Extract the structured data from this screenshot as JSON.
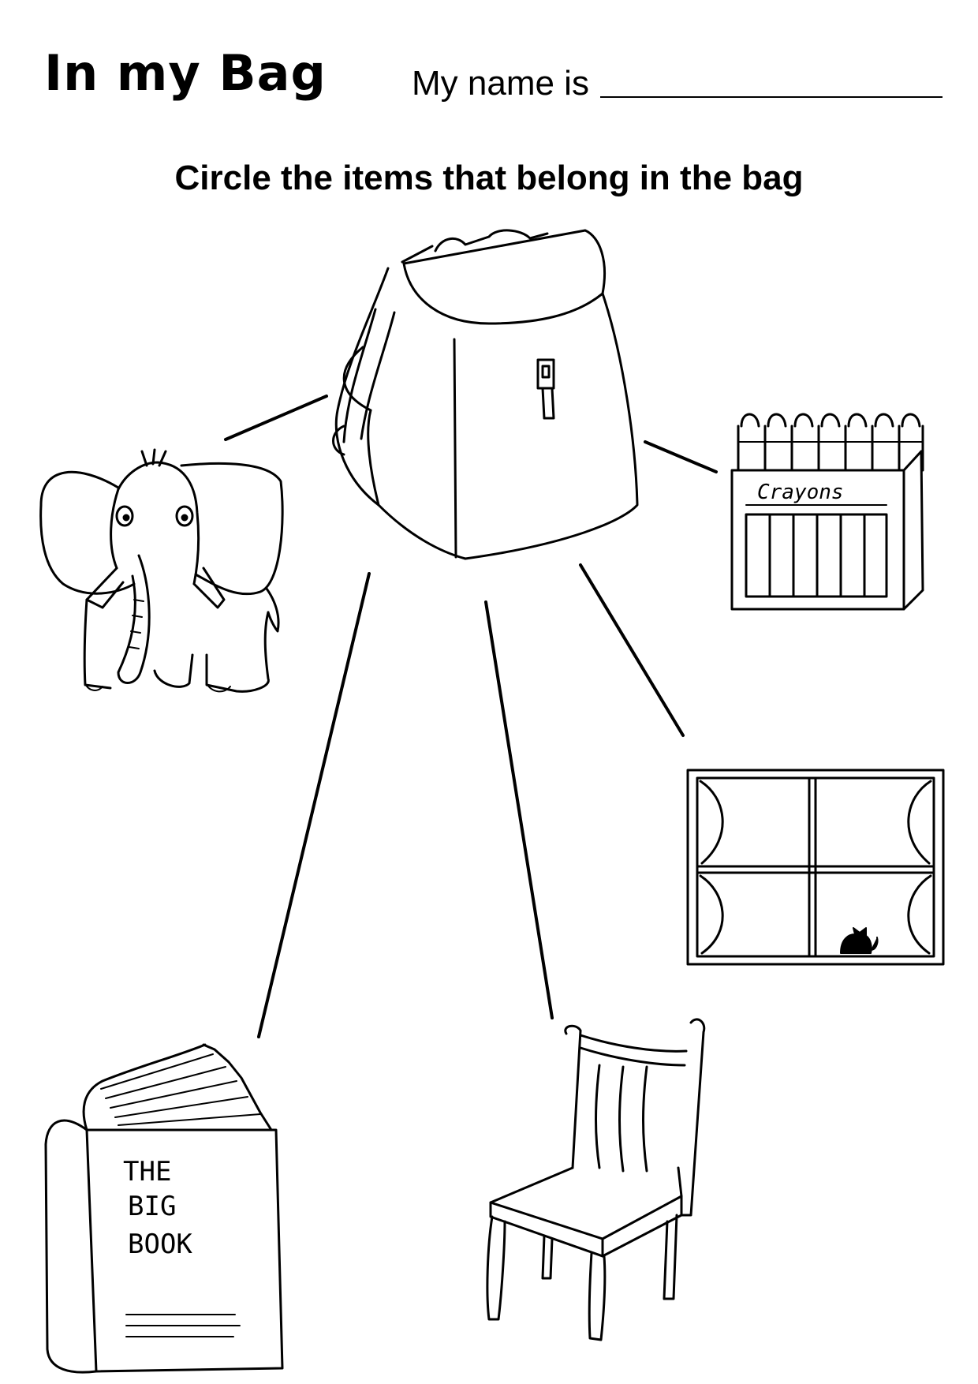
{
  "worksheet": {
    "title": "In my Bag",
    "name_label": "My name is",
    "instruction": "Circle the items that belong in the bag"
  },
  "items": {
    "crayons": {
      "label": "Crayons"
    },
    "book": {
      "line1": "THE",
      "line2": "BIG",
      "line3": "BOOK"
    }
  }
}
